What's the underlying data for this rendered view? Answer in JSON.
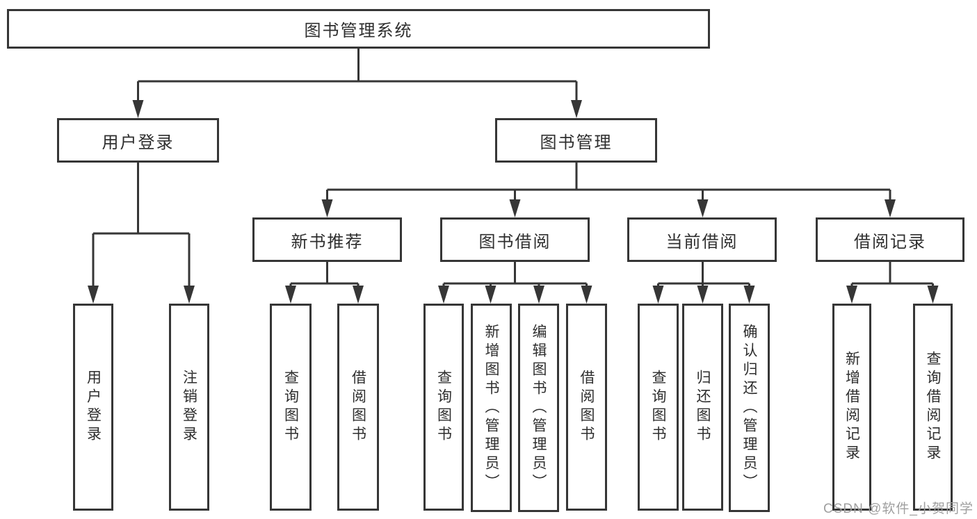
{
  "colors": {
    "background": "#ffffff",
    "line": "#363636",
    "box_border": "#363636",
    "text": "#2e2e2e",
    "watermark": "#9f9f9f"
  },
  "watermark": {
    "text": "CSDN @软件_小贺同学"
  },
  "tree": {
    "root": {
      "label": "图书管理系统"
    },
    "branches": [
      {
        "label": "用户登录",
        "children": [
          {
            "label": "用户登录"
          },
          {
            "label": "注销登录"
          }
        ]
      },
      {
        "label": "图书管理",
        "children": [
          {
            "label": "新书推荐",
            "children": [
              {
                "label": "查询图书"
              },
              {
                "label": "借阅图书"
              }
            ]
          },
          {
            "label": "图书借阅",
            "children": [
              {
                "label": "查询图书"
              },
              {
                "label": "新增图书（管理员）"
              },
              {
                "label": "编辑图书（管理员）"
              },
              {
                "label": "借阅图书"
              }
            ]
          },
          {
            "label": "当前借阅",
            "children": [
              {
                "label": "查询图书"
              },
              {
                "label": "归还图书"
              },
              {
                "label": "确认归还（管理员）"
              }
            ]
          },
          {
            "label": "借阅记录",
            "children": [
              {
                "label": "新增借阅记录"
              },
              {
                "label": "查询借阅记录"
              }
            ]
          }
        ]
      }
    ]
  }
}
